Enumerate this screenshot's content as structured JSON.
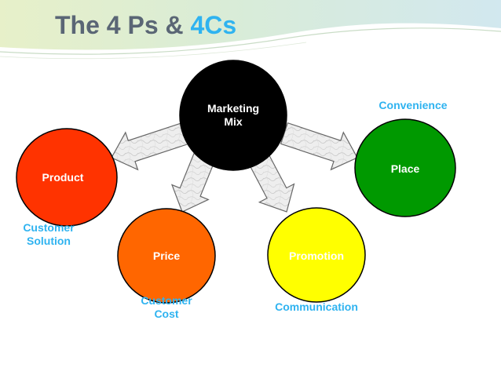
{
  "title": {
    "prefix": "The 4 Ps & ",
    "accent": "4Cs"
  },
  "center": {
    "label": "Marketing\nMix"
  },
  "nodes": [
    {
      "id": "product",
      "label": "Product",
      "color": "#ff3300",
      "c_label": "Customer\nSolution"
    },
    {
      "id": "price",
      "label": "Price",
      "color": "#ff6600",
      "c_label": "Customer\nCost"
    },
    {
      "id": "promotion",
      "label": "Promotion",
      "color": "#ffff00",
      "c_label": "Communication"
    },
    {
      "id": "place",
      "label": "Place",
      "color": "#009900",
      "c_label": "Convenience"
    }
  ],
  "colors": {
    "title": "#5a6675",
    "accent": "#2fb3f0",
    "c_label": "#2fb3f0",
    "center": "#000000",
    "node_text": "#ffffff",
    "arrow": "#eeeeee"
  }
}
